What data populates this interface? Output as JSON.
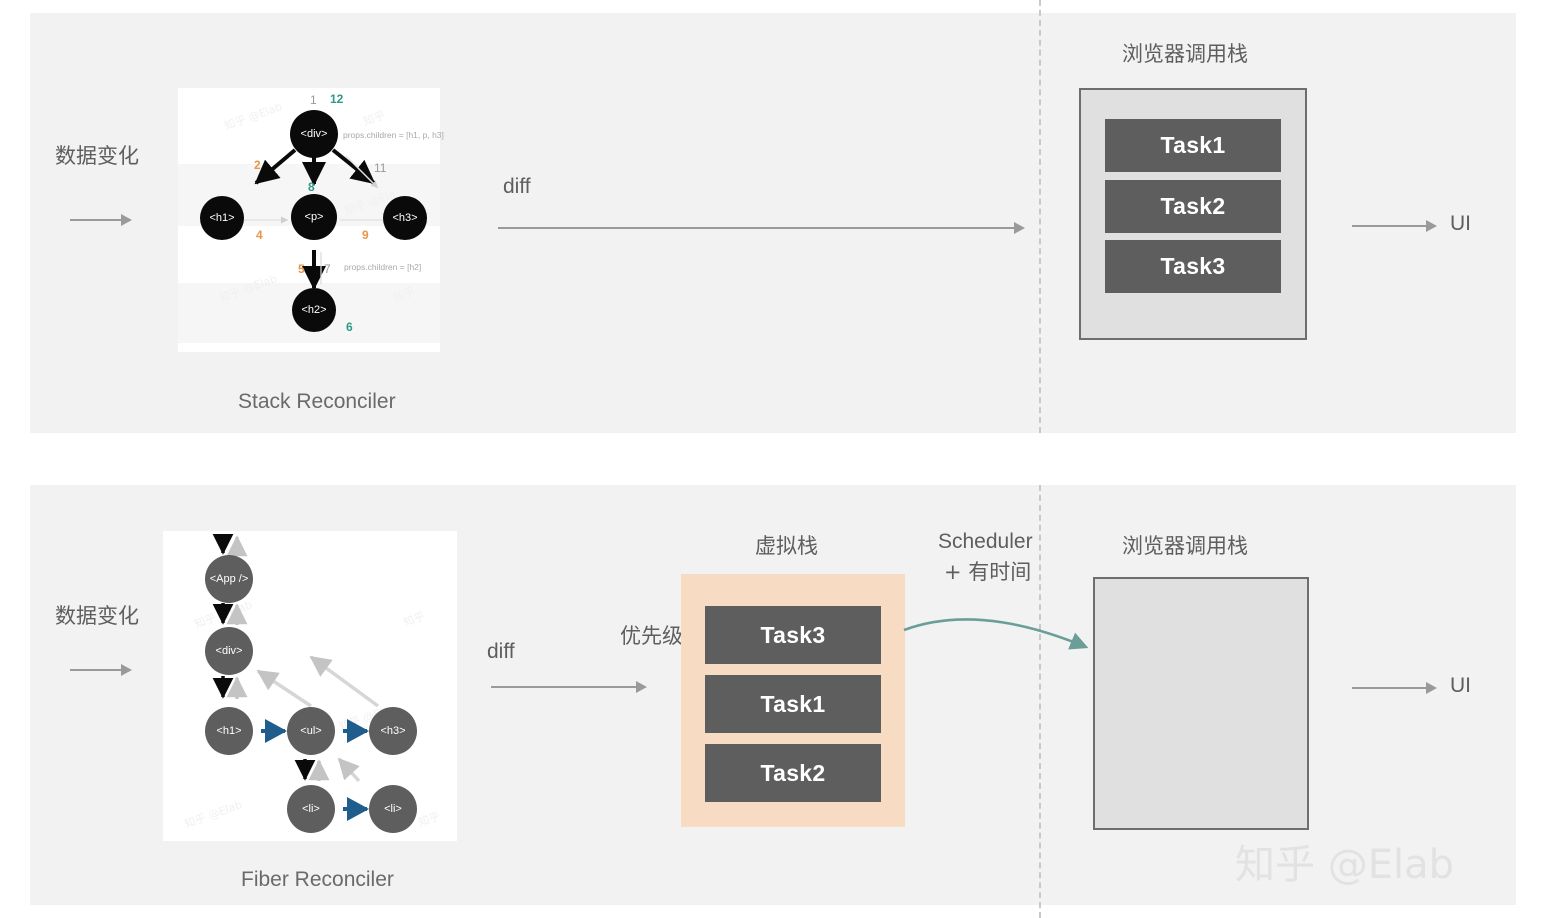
{
  "panels": {
    "top": {
      "input_label": "数据变化",
      "caption": "Stack Reconciler",
      "diff_label": "diff",
      "stack_title": "浏览器调用栈",
      "tasks": [
        "Task1",
        "Task2",
        "Task3"
      ],
      "output_label": "UI",
      "tree": {
        "nodes": [
          {
            "tag": "<div>"
          },
          {
            "tag": "<h1>"
          },
          {
            "tag": "<p>"
          },
          {
            "tag": "<h3>"
          },
          {
            "tag": "<h2>"
          }
        ],
        "numbers": [
          "1",
          "12",
          "2",
          "11",
          "8",
          "4",
          "9",
          "5",
          "7",
          "6"
        ],
        "annotations": [
          "props.children = [h1, p, h3]",
          "props.children = [h2]"
        ]
      }
    },
    "bottom": {
      "input_label": "数据变化",
      "caption": "Fiber Reconciler",
      "diff_label": "diff",
      "priority_label": "优先级",
      "vstack_title": "虚拟栈",
      "scheduler_label_line1": "Scheduler",
      "scheduler_label_line2": "+ 有时间",
      "stack_title": "浏览器调用栈",
      "tasks": [
        "Task3",
        "Task1",
        "Task2"
      ],
      "output_label": "UI",
      "tree": {
        "nodes": [
          {
            "tag": "<App />"
          },
          {
            "tag": "<div>"
          },
          {
            "tag": "<h1>"
          },
          {
            "tag": "<ul>"
          },
          {
            "tag": "<h3>"
          },
          {
            "tag": "<li>"
          },
          {
            "tag": "<li>"
          }
        ]
      }
    }
  },
  "watermark": "知乎 @Elab",
  "colors": {
    "panel_bg": "#f2f2f2",
    "task_fill": "#5e5e5e",
    "stack_fill": "#e0e0e0",
    "vstack_fill": "#f7dcc3",
    "scheduler_arrow": "#6a9e96",
    "number_orange": "#e8964a",
    "number_teal": "#2e9a84",
    "node_black": "#0a0a0a",
    "node_gray": "#5e5e5e",
    "fiber_sibling_arrow": "#1f5e8c"
  }
}
